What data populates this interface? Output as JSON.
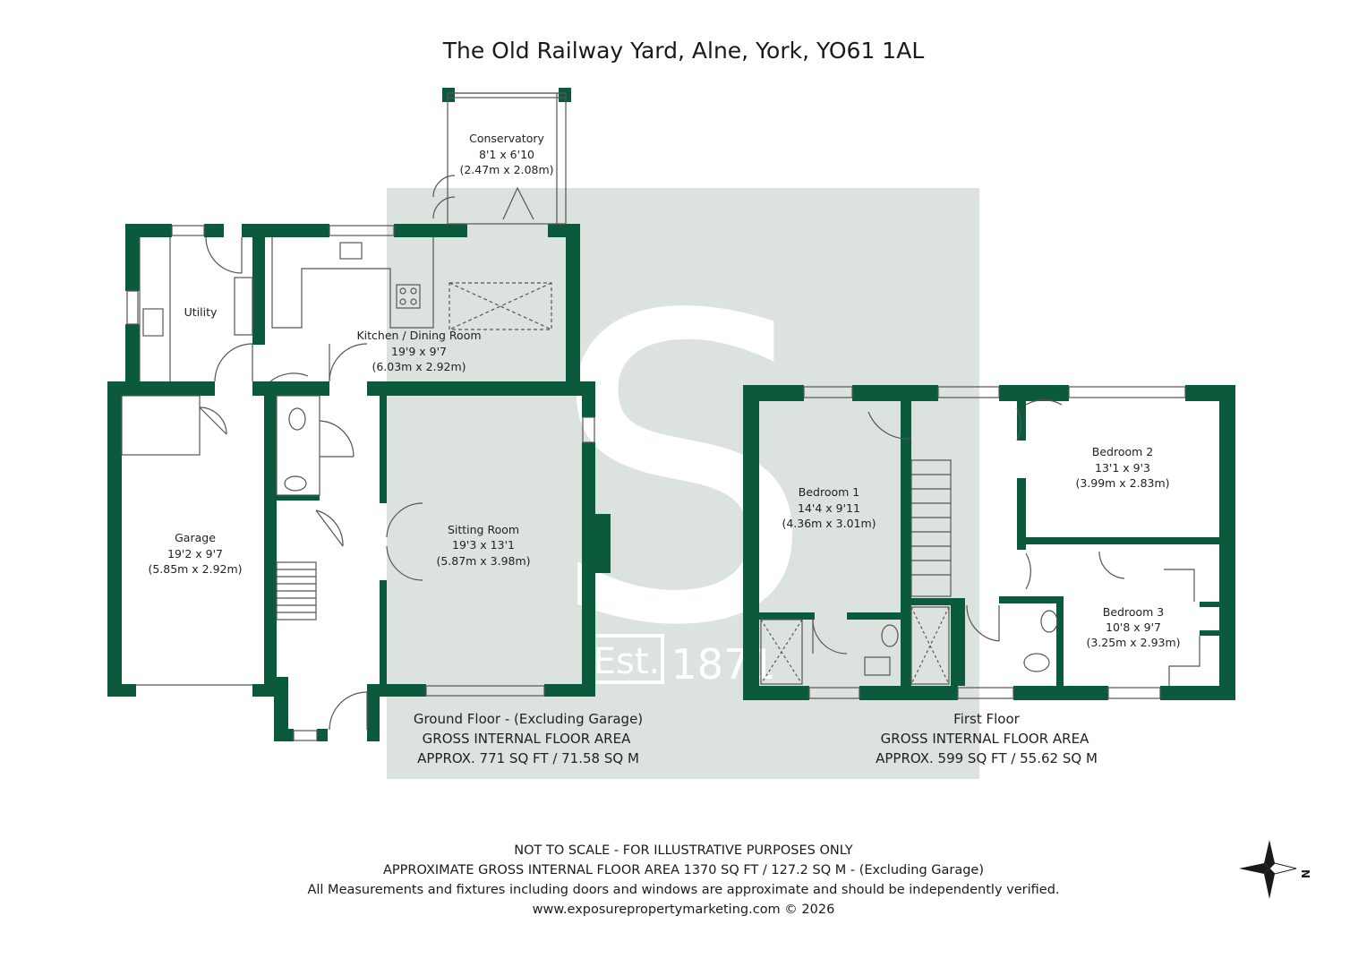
{
  "title": "The Old Railway Yard, Alne, York, YO61 1AL",
  "colors": {
    "wall": "#0c5a3c",
    "watermark_box": "#dce3de",
    "watermark_letter": "#ffffff"
  },
  "watermark": {
    "letter": "S",
    "est": "Est.",
    "year": "1871"
  },
  "rooms": {
    "conservatory": {
      "name": "Conservatory",
      "imperial": "8'1 x 6'10",
      "metric": "(2.47m x 2.08m)"
    },
    "utility": {
      "name": "Utility"
    },
    "kitchen": {
      "name": "Kitchen / Dining Room",
      "imperial": "19'9 x 9'7",
      "metric": "(6.03m x 2.92m)"
    },
    "garage": {
      "name": "Garage",
      "imperial": "19'2 x 9'7",
      "metric": "(5.85m x 2.92m)"
    },
    "sitting": {
      "name": "Sitting Room",
      "imperial": "19'3 x 13'1",
      "metric": "(5.87m x 3.98m)"
    },
    "bedroom1": {
      "name": "Bedroom 1",
      "imperial": "14'4 x 9'11",
      "metric": "(4.36m x 3.01m)"
    },
    "bedroom2": {
      "name": "Bedroom 2",
      "imperial": "13'1 x 9'3",
      "metric": "(3.99m x 2.83m)"
    },
    "bedroom3": {
      "name": "Bedroom 3",
      "imperial": "10'8 x 9'7",
      "metric": "(3.25m x 2.93m)"
    }
  },
  "ground_floor": {
    "label": "Ground Floor - (Excluding Garage)",
    "area_title": "GROSS INTERNAL FLOOR AREA",
    "area": "APPROX. 771 SQ FT / 71.58 SQ M"
  },
  "first_floor": {
    "label": "First Floor",
    "area_title": "GROSS INTERNAL FLOOR AREA",
    "area": "APPROX. 599 SQ FT / 55.62 SQ M"
  },
  "footer": {
    "line1": "NOT TO SCALE - FOR ILLUSTRATIVE PURPOSES ONLY",
    "line2": "APPROXIMATE GROSS INTERNAL FLOOR AREA 1370 SQ FT / 127.2 SQ M - (Excluding Garage)",
    "line3": "All Measurements and fixtures including doors and windows are approximate and should be independently verified.",
    "line4": "www.exposurepropertymarketing.com © 2026"
  },
  "compass": {
    "north": "N"
  }
}
